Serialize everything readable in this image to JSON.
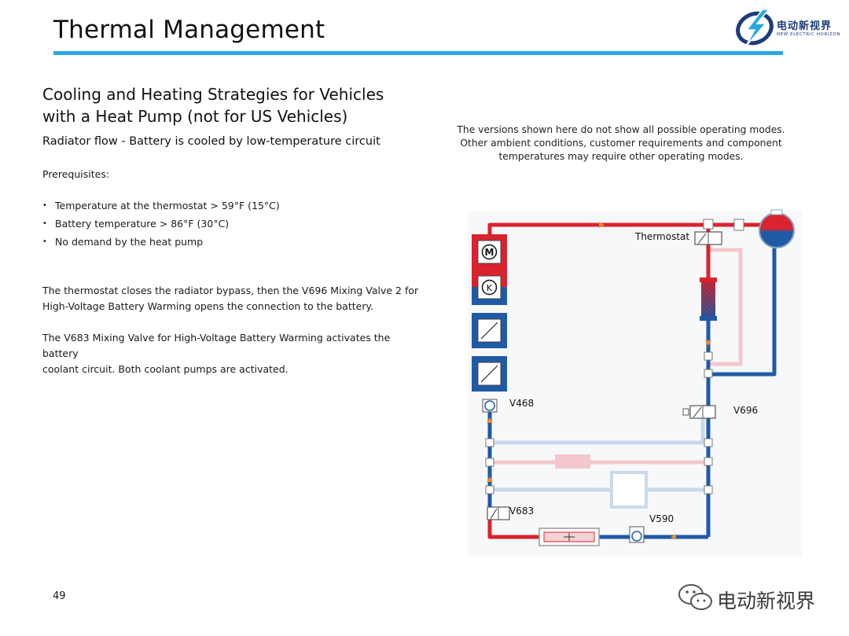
{
  "header": {
    "title": "Thermal Management",
    "logo_cn": "电动新视界",
    "logo_en": "NEW ELECTRIC HORIZON",
    "accent_color": "#2aa8de"
  },
  "content": {
    "heading_line1": "Cooling and Heating Strategies for Vehicles",
    "heading_line2": "with a Heat Pump (not for US Vehicles)",
    "subheading": "Radiator flow - Battery is cooled by low-temperature circuit",
    "prereq_label": "Prerequisites:",
    "bullets": [
      "Temperature at the thermostat > 59°F (15°C)",
      "Battery temperature > 86°F (30°C)",
      "No demand by the heat pump"
    ],
    "para1_line1": "The thermostat closes the radiator bypass, then the V696 Mixing Valve 2 for",
    "para1_line2": "High-Voltage Battery Warming opens the connection to the battery.",
    "para2_line1": "The V683 Mixing Valve for High-Voltage Battery Warming activates the battery",
    "para2_line2": "coolant circuit.  Both coolant pumps are activated."
  },
  "note": {
    "line1": "The versions shown here do not show all possible operating modes.",
    "line2": "Other ambient conditions, customer requirements and component",
    "line3": "temperatures may require other operating modes."
  },
  "diagram": {
    "labels": {
      "thermostat": "Thermostat",
      "v468": "V468",
      "v696": "V696",
      "v683": "V683",
      "v590": "V590"
    },
    "colors": {
      "hot": "#d9232e",
      "cold": "#1f5aa6",
      "inactive_hot": "#f4c7cc",
      "inactive_cold": "#c9d9ec"
    }
  },
  "footer": {
    "page_number": "49",
    "watermark": "电动新视界"
  }
}
